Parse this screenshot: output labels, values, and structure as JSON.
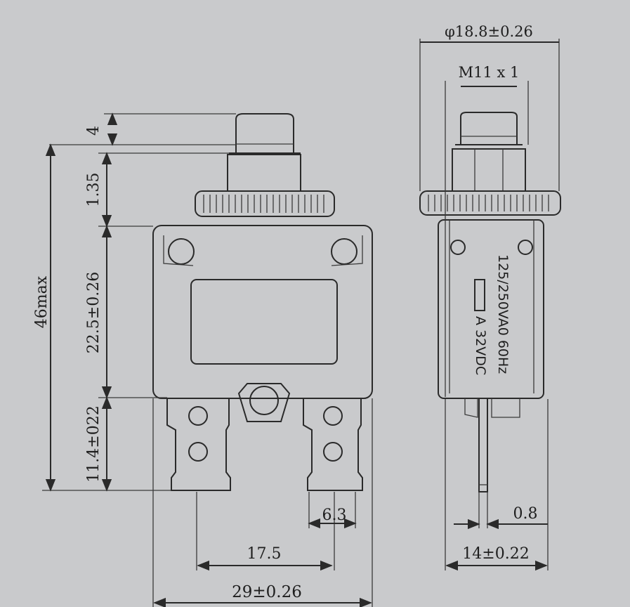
{
  "dimensions": {
    "cap_height": "4",
    "stem_height": "1.35",
    "total_height": "46max",
    "body_height": "22.5±0.26",
    "terminal_height": "11.4±022",
    "terminal_width": "6.3",
    "terminal_spacing": "17.5",
    "body_width": "29±0.26",
    "nut_diameter": "φ18.8±0.26",
    "thread": "M11 x 1",
    "blade_thickness": "0.8",
    "side_width": "14±0.22"
  },
  "label": {
    "rating_ac": "125/250VA0 60Hz",
    "rating_dc": "A 32VDC"
  },
  "colors": {
    "paper": "#c9cacc",
    "ink": "#2a2a2a"
  }
}
